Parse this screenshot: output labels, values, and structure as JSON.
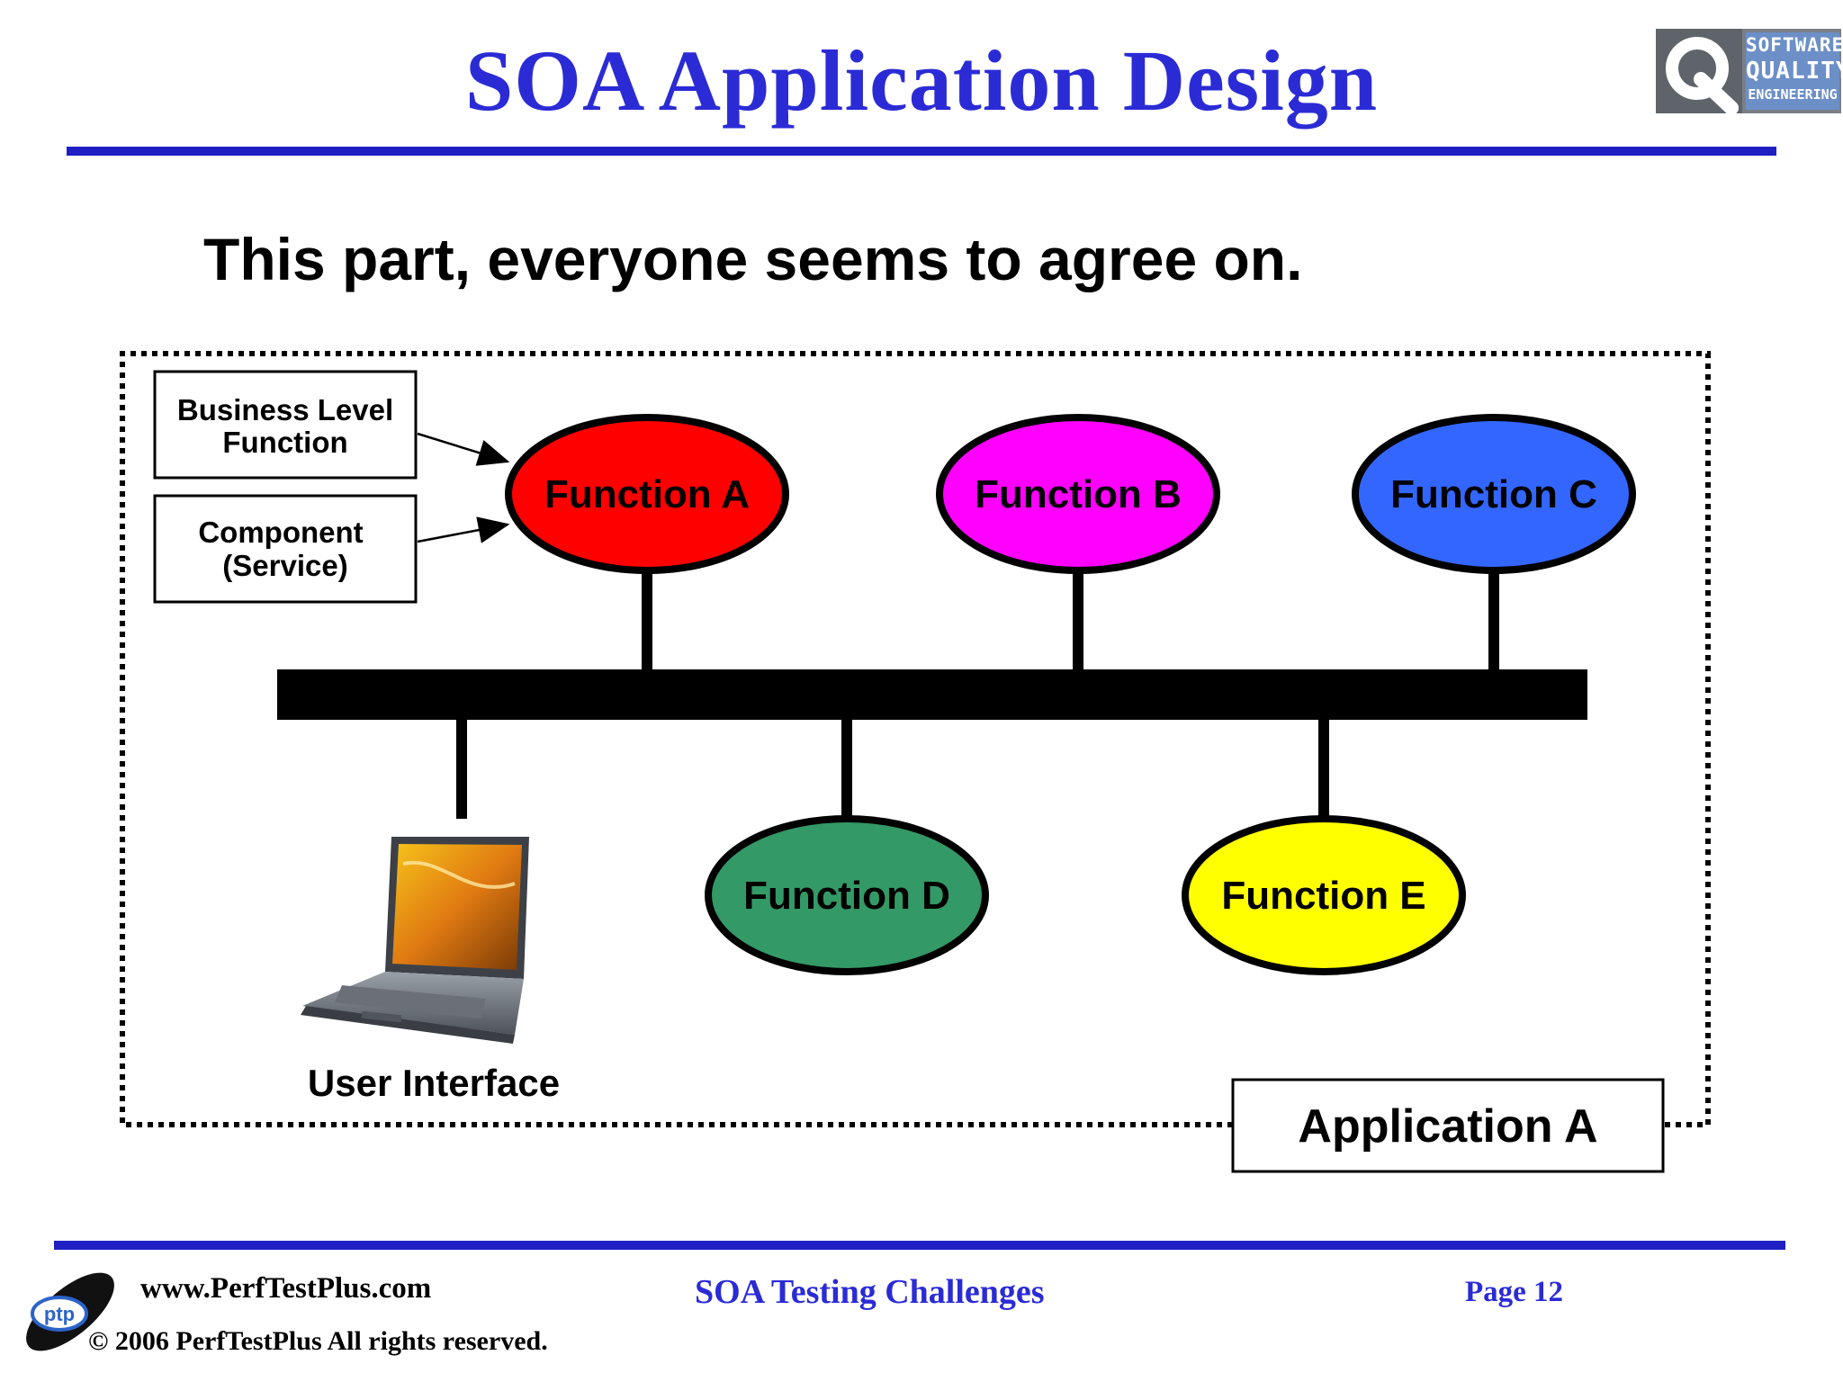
{
  "header": {
    "title": "SOA Application Design",
    "logo": {
      "lines": [
        "SOFTWARE",
        "QUALITY",
        "ENGINEERING"
      ],
      "icon": "q-logo-icon"
    }
  },
  "subtitle": "This part, everyone seems to agree on.",
  "diagram": {
    "legend": {
      "business_level_line1": "Business Level",
      "business_level_line2": "Function",
      "component_line1": "Component",
      "component_line2": "(Service)"
    },
    "functions": [
      {
        "label": "Function A",
        "color": "#ff0000"
      },
      {
        "label": "Function B",
        "color": "#ff00ff"
      },
      {
        "label": "Function C",
        "color": "#3366ff"
      },
      {
        "label": "Function D",
        "color": "#339966"
      },
      {
        "label": "Function E",
        "color": "#ffff00"
      }
    ],
    "user_interface_label": "User Interface",
    "user_interface_icon": "laptop-icon",
    "application_label": "Application A"
  },
  "footer": {
    "website": "www.PerfTestPlus.com",
    "copyright": "© 2006 PerfTestPlus All rights reserved.",
    "center_title": "SOA Testing Challenges",
    "page": "Page 12",
    "logo_text": "ptp",
    "logo_icon": "ptp-logo-icon"
  },
  "colors": {
    "accent": "#1f1fc4",
    "title": "#2b2bd6"
  }
}
